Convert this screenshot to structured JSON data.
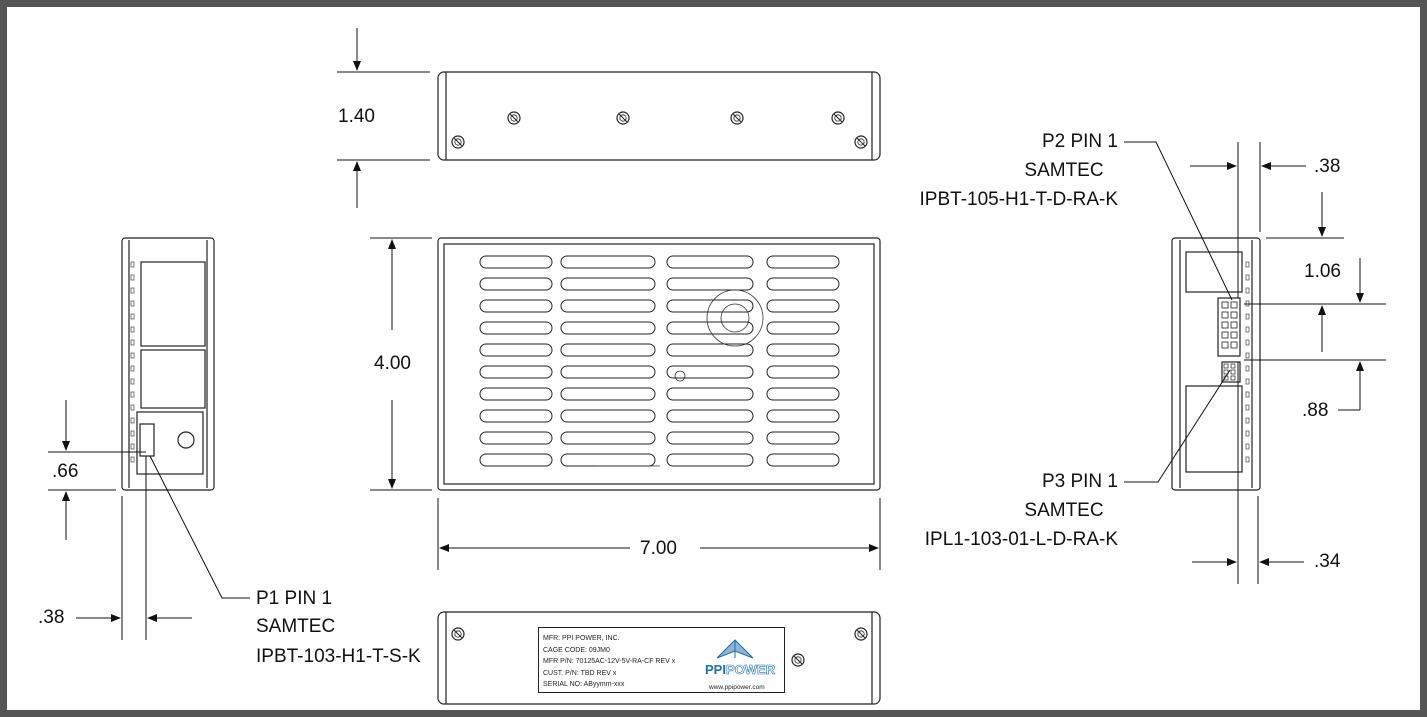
{
  "dimensions": {
    "top_height": "1.40",
    "front_height": "4.00",
    "front_width": "7.00",
    "left_p1_offset": ".66",
    "left_p1_x": ".38",
    "right_top_x": ".38",
    "right_p2_offset": "1.06",
    "right_p3_offset": ".88",
    "right_bottom_x": ".34"
  },
  "callouts": {
    "p1": {
      "line1": "P1 PIN 1",
      "line2": "SAMTEC",
      "line3": "IPBT-103-H1-T-S-K"
    },
    "p2": {
      "line1": "P2 PIN 1",
      "line2": "SAMTEC",
      "line3": "IPBT-105-H1-T-D-RA-K"
    },
    "p3": {
      "line1": "P3 PIN 1",
      "line2": "SAMTEC",
      "line3": "IPL1-103-01-L-D-RA-K"
    }
  },
  "nameplate": {
    "mfr": "MFR: PPI POWER, INC.",
    "cage": "CAGE CODE: 09JM0",
    "mfr_pn": "MFR P/N:  70125AC-12V-5V-RA-CF  REV x",
    "cust_pn": "CUST. P/N:  TBD REV x",
    "serial": "SERIAL NO:  AByymm-xxx",
    "logo_a": "PPI",
    "logo_b": "POWER",
    "url": "www.ppipower.com"
  },
  "colors": {
    "frame": "#555555",
    "line": "#222222",
    "logo": "#1b6fb0"
  }
}
